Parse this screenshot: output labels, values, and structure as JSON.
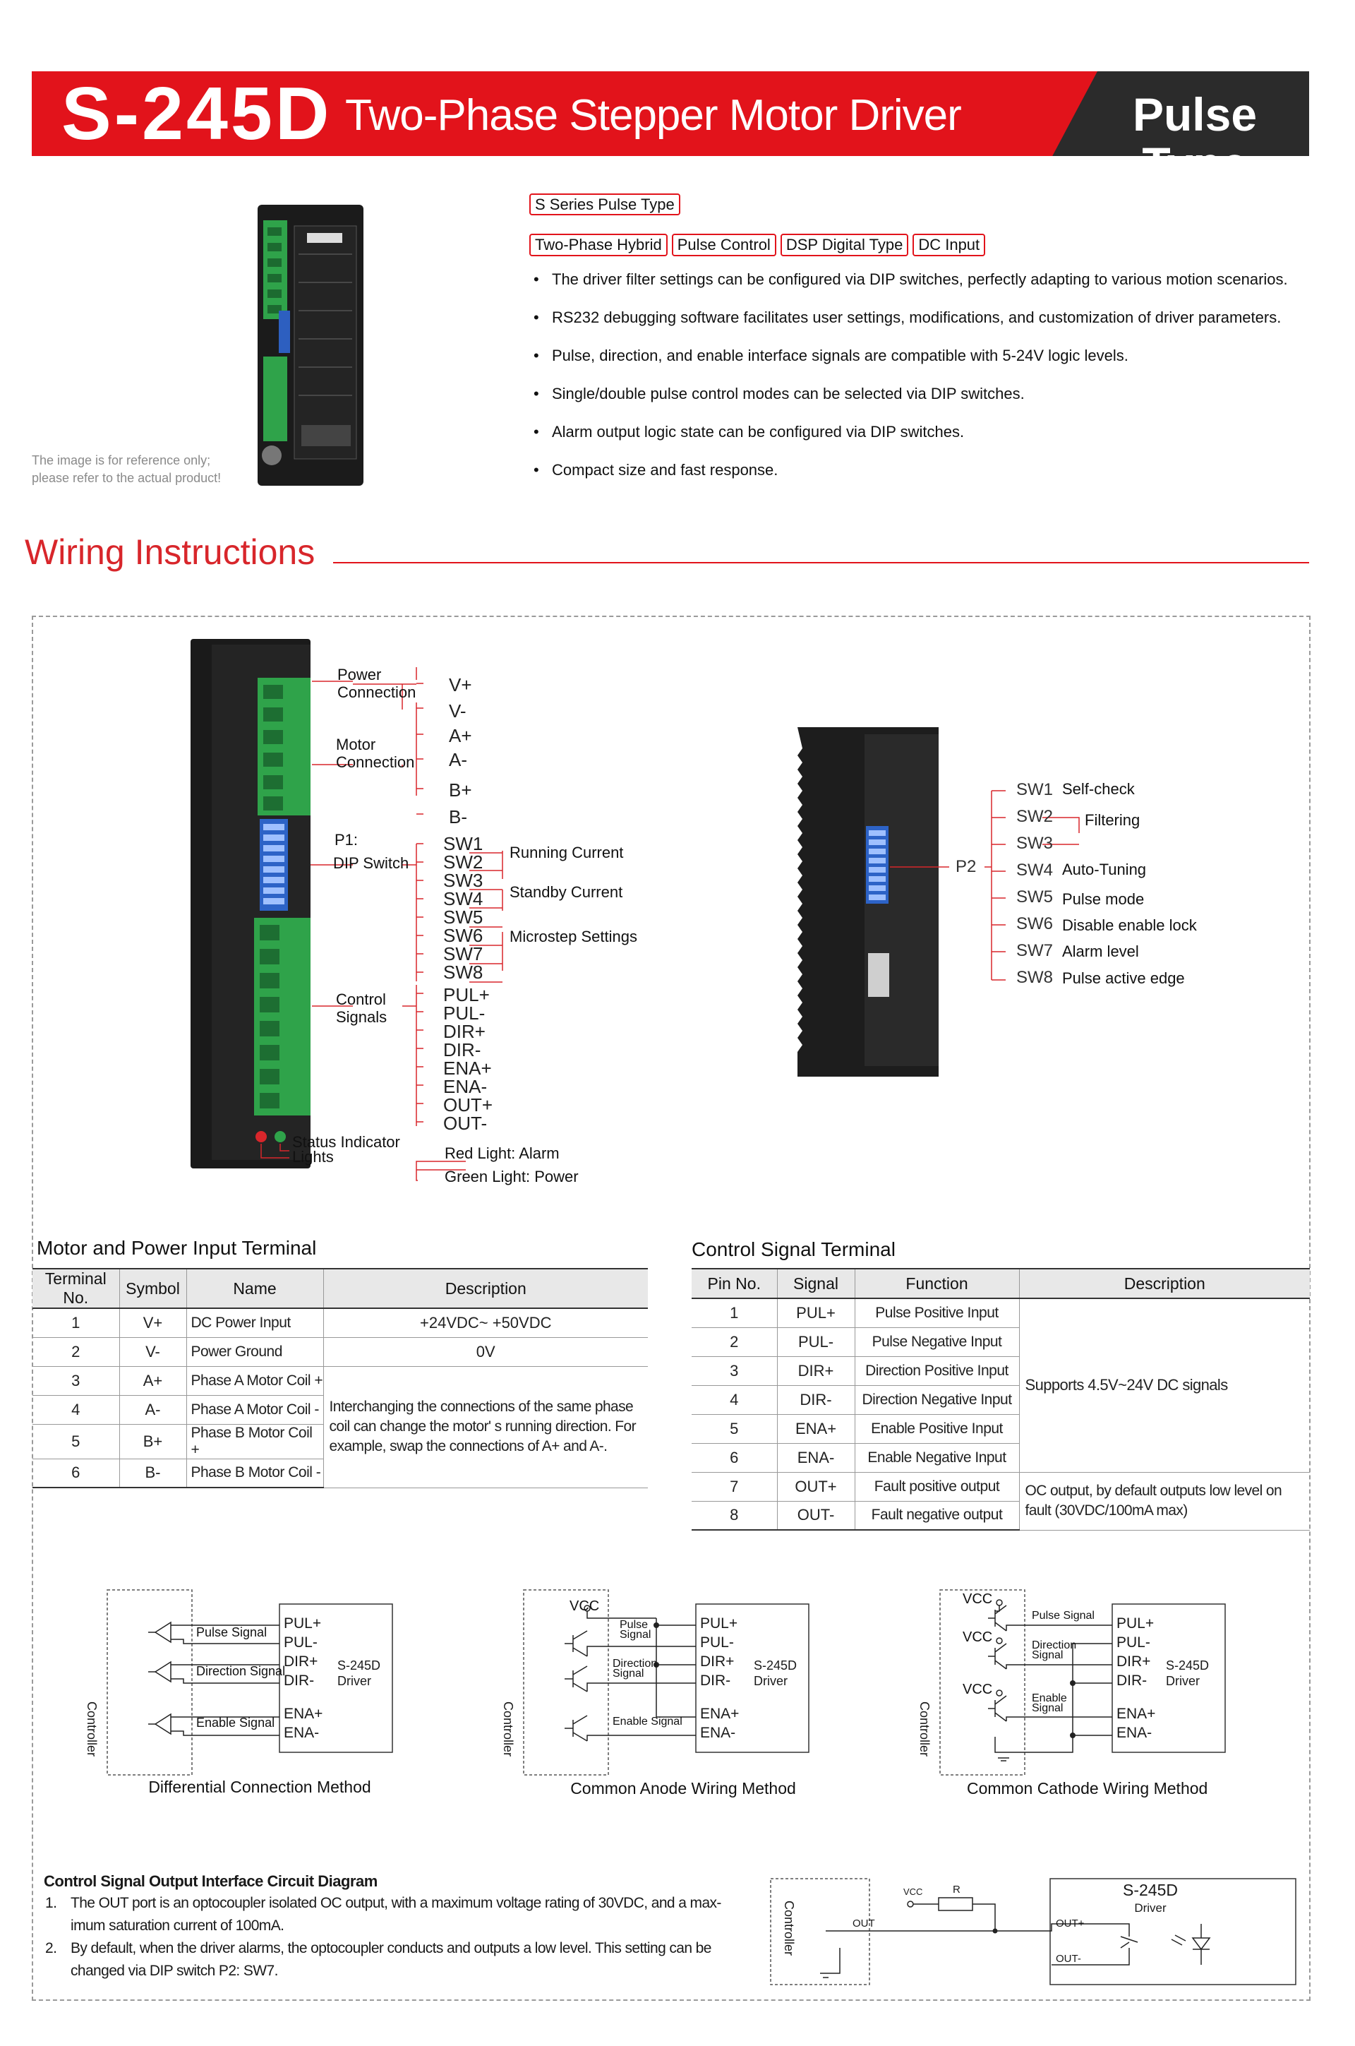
{
  "header": {
    "model": "S-245D",
    "subtitle": "Two-Phase Stepper Motor Driver",
    "type_badge": "Pulse Type"
  },
  "product": {
    "note_line1": "The image is for reference only;",
    "note_line2": "please refer to the actual product!",
    "series_tag": "S Series Pulse Type",
    "tags": [
      "Two-Phase Hybrid",
      "Pulse Control",
      "DSP Digital Type",
      "DC Input"
    ],
    "features": [
      "The driver filter settings can be configured via DIP switches, perfectly adapting to various motion scenarios.",
      "RS232 debugging software facilitates user settings, modifications, and customization of driver parameters.",
      "Pulse, direction, and enable interface signals are compatible with 5-24V logic levels.",
      "Single/double pulse control modes can be selected via DIP switches.",
      "Alarm output logic state can be configured via DIP switches.",
      "Compact size and fast response."
    ]
  },
  "wiring": {
    "title": "Wiring Instructions",
    "left_groups": {
      "power_1": "Power",
      "power_2": "Connection",
      "motor_1": "Motor",
      "motor_2": "Connection",
      "p1_1": "P1:",
      "p1_2": "DIP Switch",
      "ctrl_1": "Control",
      "ctrl_2": "Signals",
      "status_1": "Status Indicator",
      "status_2": "Lights"
    },
    "power_pins": [
      "V+",
      "V-",
      "A+",
      "A-",
      "B+",
      "B-"
    ],
    "dip_pins": [
      "SW1",
      "SW2",
      "SW3",
      "SW4",
      "SW5",
      "SW6",
      "SW7",
      "SW8"
    ],
    "dip_groups": [
      "Running Current",
      "Standby Current",
      "Microstep Settings"
    ],
    "ctrl_pins": [
      "PUL+",
      "PUL-",
      "DIR+",
      "DIR-",
      "ENA+",
      "ENA-",
      "OUT+",
      "OUT-"
    ],
    "lights": [
      "Red Light: Alarm",
      "Green Light: Power"
    ],
    "p2_label": "P2",
    "p2_switches": [
      {
        "sw": "SW1",
        "fn": "Self-check"
      },
      {
        "sw": "SW2",
        "fn": "Filtering"
      },
      {
        "sw": "SW3",
        "fn": ""
      },
      {
        "sw": "SW4",
        "fn": "Auto-Tuning"
      },
      {
        "sw": "SW5",
        "fn": "Pulse mode"
      },
      {
        "sw": "SW6",
        "fn": "Disable enable lock"
      },
      {
        "sw": "SW7",
        "fn": "Alarm level"
      },
      {
        "sw": "SW8",
        "fn": "Pulse active edge"
      }
    ]
  },
  "power_table": {
    "title": "Motor and Power Input Terminal",
    "headers": [
      "Terminal No.",
      "Symbol",
      "Name",
      "Description"
    ],
    "rows": [
      [
        "1",
        "V+",
        "DC Power Input",
        "+24VDC~ +50VDC"
      ],
      [
        "2",
        "V-",
        "Power Ground",
        "0V"
      ],
      [
        "3",
        "A+",
        "Phase A Motor Coil +",
        ""
      ],
      [
        "4",
        "A-",
        "Phase A Motor Coil -",
        ""
      ],
      [
        "5",
        "B+",
        "Phase B Motor Coil +",
        ""
      ],
      [
        "6",
        "B-",
        "Phase B Motor Coil -",
        ""
      ]
    ],
    "merged_desc": "Interchanging the connections of the same phase coil can change the motor' s running direction. For example, swap the connections of A+ and A-."
  },
  "control_table": {
    "title": "Control Signal Terminal",
    "headers": [
      "Pin No.",
      "Signal",
      "Function",
      "Description"
    ],
    "rows": [
      [
        "1",
        "PUL+",
        "Pulse Positive Input"
      ],
      [
        "2",
        "PUL-",
        "Pulse Negative Input"
      ],
      [
        "3",
        "DIR+",
        "Direction Positive Input"
      ],
      [
        "4",
        "DIR-",
        "Direction Negative Input"
      ],
      [
        "5",
        "ENA+",
        "Enable Positive Input"
      ],
      [
        "6",
        "ENA-",
        "Enable Negative Input"
      ],
      [
        "7",
        "OUT+",
        "Fault positive output"
      ],
      [
        "8",
        "OUT-",
        "Fault negative output"
      ]
    ],
    "desc_inputs": "Supports 4.5V~24V DC signals",
    "desc_outputs": "OC output, by default outputs low level on fault (30VDC/100mA max)"
  },
  "circuits": {
    "controller": "Controller",
    "driver_1": "S-245D",
    "driver_2": "Driver",
    "vcc": "VCC",
    "pins": [
      "PUL+",
      "PUL-",
      "DIR+",
      "DIR-",
      "ENA+",
      "ENA-"
    ],
    "diff_signals": [
      "Pulse Signal",
      "Direction Signal",
      "Enable Signal"
    ],
    "anode_signals": [
      "Pulse",
      "Signal",
      "Direction",
      "Signal",
      "Enable Signal"
    ],
    "cathode_signals": [
      "Pulse Signal",
      "Direction",
      "Signal",
      "Enable",
      "Signal"
    ],
    "captions": [
      "Differential Connection Method",
      "Common Anode Wiring Method",
      "Common Cathode Wiring Method"
    ]
  },
  "output_section": {
    "title": "Control Signal Output Interface Circuit Diagram",
    "items": [
      {
        "n": "1.",
        "text": "The OUT port is an optocoupler isolated OC output, with a maximum voltage rating of 30VDC, and a max-imum saturation current of 100mA."
      },
      {
        "n": "2.",
        "text": "By default, when the driver alarms, the optocoupler conducts and outputs a low level. This setting can be changed via DIP switch P2: SW7."
      }
    ],
    "diagram": {
      "controller": "Controller",
      "out": "OUT",
      "vcc": "VCC",
      "r": "R",
      "driver_1": "S-245D",
      "driver_2": "Driver",
      "out_plus": "OUT+",
      "out_minus": "OUT-"
    }
  }
}
